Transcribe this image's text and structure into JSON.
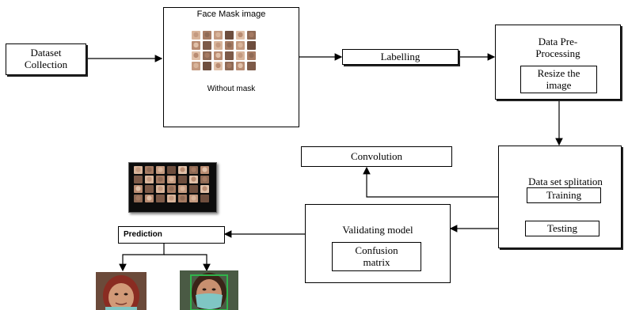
{
  "nodes": {
    "dataset_collection": "Dataset\nCollection",
    "face_mask_title": "Face Mask  image",
    "without_mask": "Without mask",
    "labelling": "Labelling",
    "data_preprocessing": "Data Pre-\nProcessing",
    "resize_image": "Resize the\nimage",
    "convolution": "Convolution",
    "data_set_splitation": "Data set splitation",
    "training": "Training",
    "testing": "Testing",
    "validating_model": "Validating model",
    "confusion_matrix": "Confusion\nmatrix",
    "prediction": "Prediction"
  },
  "colors": {
    "line": "#000000",
    "skin": "#c89070",
    "hair_dark": "#3a2418",
    "hair_red": "#8a2c22",
    "mask": "#7fc6c4",
    "frame_green": "#2fb34a",
    "grid_bg": "#0c0c0c"
  }
}
